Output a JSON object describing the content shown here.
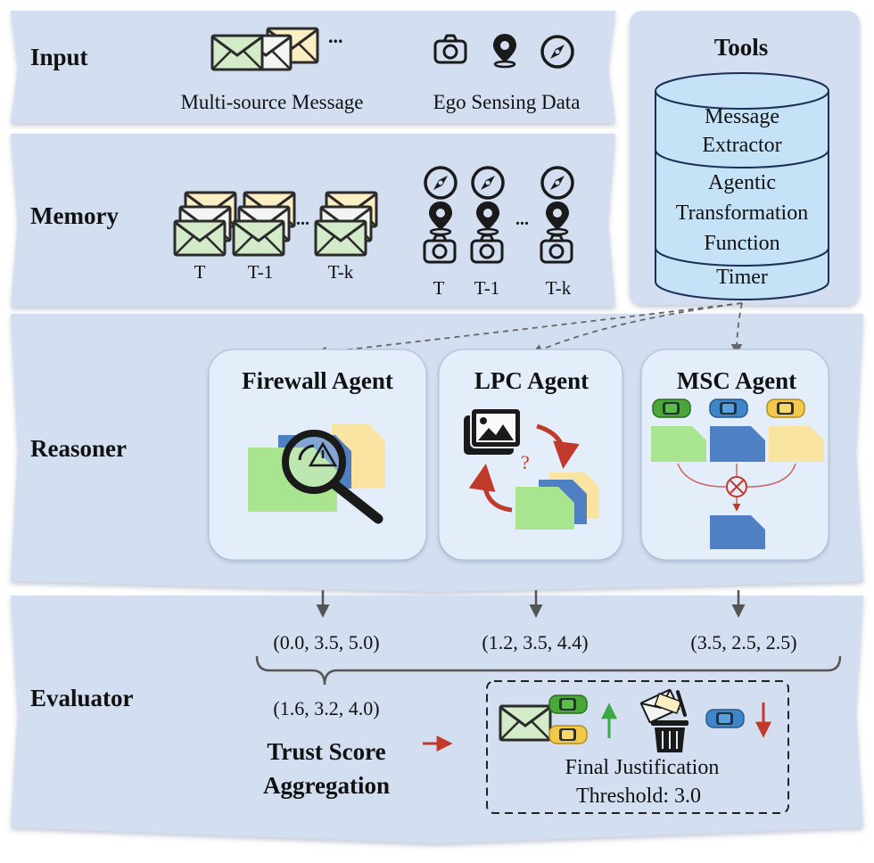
{
  "colors": {
    "panel": "#d3dff0",
    "panel_edge": "#c4d3ea",
    "card": "#e4eefa",
    "card_edge": "#9fb6d6",
    "cylinder": "#c6e2f6",
    "cylinder_edge": "#1b2f57",
    "envelope_green": "#d4ebc9",
    "envelope_yellow": "#fbeec2",
    "doc_green": "#a9e48f",
    "doc_blue": "#4f80c4",
    "doc_yellow": "#f9e4a2",
    "arrow_red": "#c0392b",
    "arrow_green": "#3aa843",
    "car_green": "#4aa83a",
    "car_blue": "#3f86c8",
    "car_yellow": "#f2c94c"
  },
  "input": {
    "title": "Input",
    "multi_source_label": "Multi-source Message",
    "ellipsis": "...",
    "ego_label": "Ego Sensing Data",
    "icons": [
      "camera-icon",
      "location-pin-icon",
      "compass-icon"
    ]
  },
  "memory": {
    "title": "Memory",
    "message_labels": [
      "T",
      "T-1",
      "T-k"
    ],
    "sensing_labels": [
      "T",
      "T-1",
      "T-k"
    ],
    "ellipsis": "..."
  },
  "tools": {
    "title": "Tools",
    "items": [
      {
        "label_lines": [
          "Message",
          "Extractor"
        ]
      },
      {
        "label_lines": [
          "Agentic",
          "Transformation",
          "Function"
        ]
      },
      {
        "label_lines": [
          "Timer"
        ]
      }
    ]
  },
  "reasoner": {
    "title": "Reasoner",
    "agents": [
      {
        "name": "Firewall Agent"
      },
      {
        "name": "LPC Agent"
      },
      {
        "name": "MSC Agent"
      }
    ]
  },
  "evaluator": {
    "title": "Evaluator",
    "scores": [
      "(0.0, 3.5, 5.0)",
      "(1.2, 3.5, 4.4)",
      "(3.5, 2.5, 2.5)"
    ],
    "aggregate": "(1.6, 3.2, 4.0)",
    "aggregation_label_lines": [
      "Trust Score",
      "Aggregation"
    ],
    "final_label": "Final Justification",
    "threshold_label": "Threshold: 3.0"
  }
}
